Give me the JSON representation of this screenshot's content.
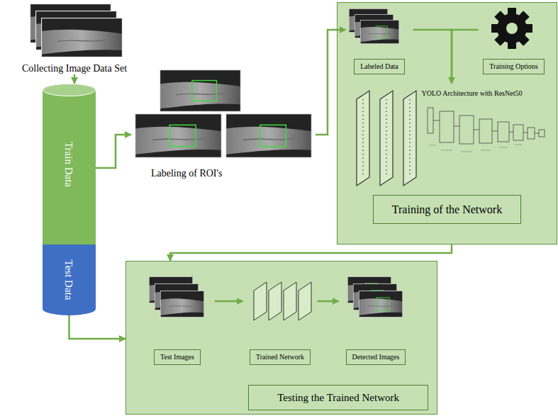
{
  "diagram": {
    "nodes": [
      {
        "text": [
          "Collecting Image Data Set"
        ]
      },
      {
        "text": [
          "Train Data"
        ]
      },
      {
        "text": [
          "Test Data"
        ]
      },
      {
        "text": [
          "Labeling of ROI's"
        ]
      },
      {
        "text": [
          "Training of the Network"
        ]
      },
      {
        "text": [
          "Labeled Data"
        ],
        "in": 4
      },
      {
        "text": [
          "Training Options"
        ],
        "in": 4
      },
      {
        "text": [
          "YOLO Architecture with ResNet50"
        ],
        "in": 4
      },
      {
        "text": [
          "Testing the Trained Network"
        ]
      },
      {
        "text": [
          "Test Images"
        ],
        "in": 8
      },
      {
        "text": [
          "Trained Network"
        ],
        "in": 8
      },
      {
        "text": [
          "Detected Images"
        ],
        "in": 8
      }
    ],
    "edges": [
      {
        "from": 0,
        "to": 1,
        "arrow": "to"
      },
      {
        "from": 1,
        "to": 3,
        "arrow": "to"
      },
      {
        "from": 3,
        "to": 5,
        "arrow": "to"
      },
      {
        "from": 5,
        "to": 7,
        "arrow": "to"
      },
      {
        "from": 6,
        "to": 7,
        "arrow": "to"
      },
      {
        "from": 4,
        "to": 8,
        "arrow": "to"
      },
      {
        "from": 2,
        "to": 8,
        "arrow": "to"
      },
      {
        "from": 9,
        "to": 10,
        "arrow": "to"
      },
      {
        "from": 10,
        "to": 11,
        "arrow": "to"
      }
    ]
  }
}
